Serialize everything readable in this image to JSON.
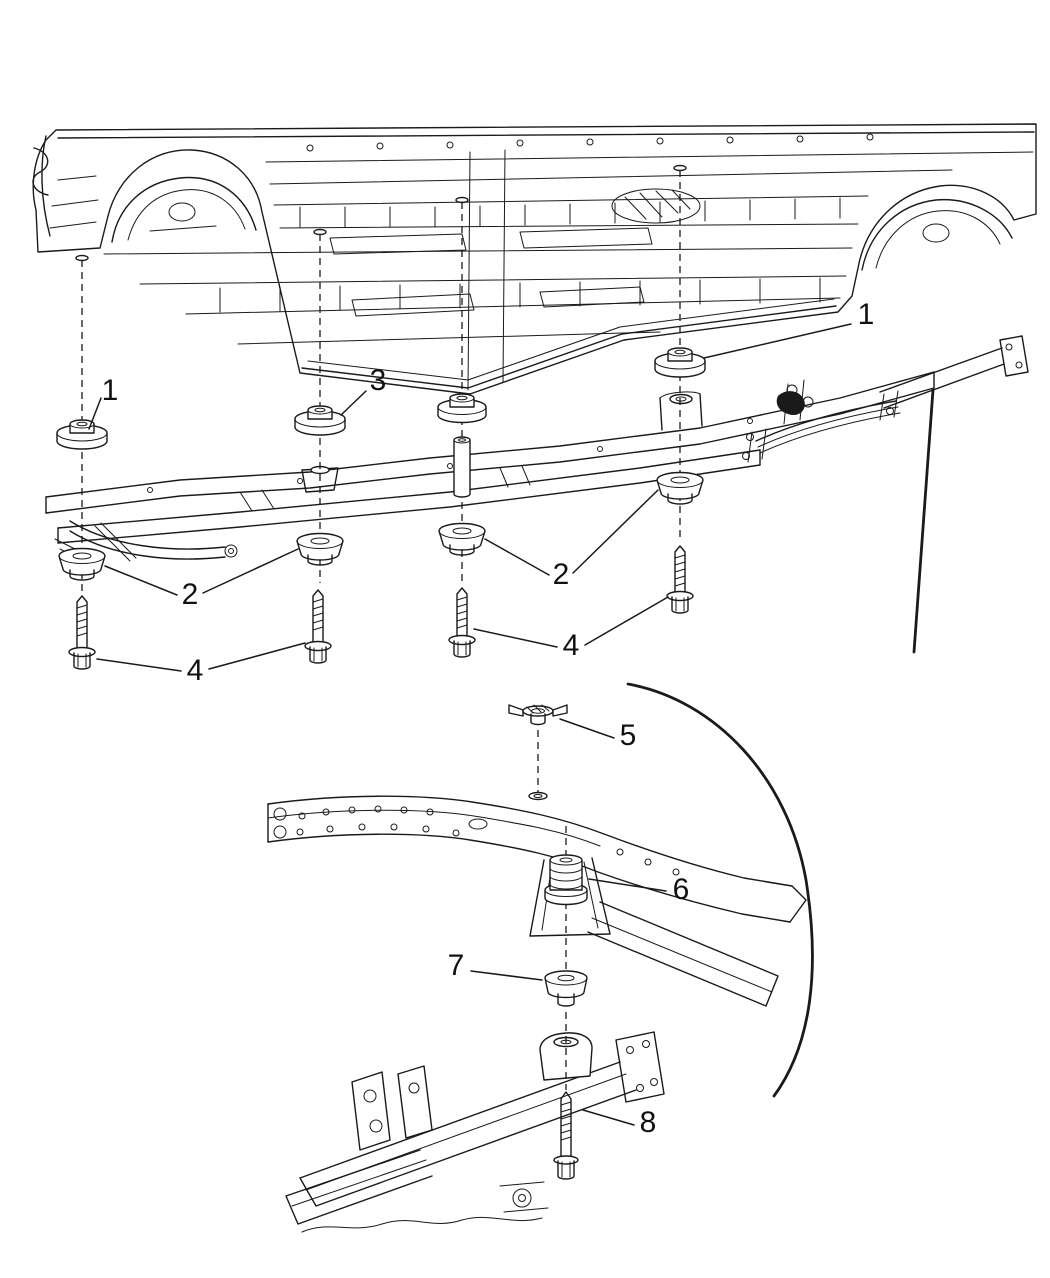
{
  "figure": {
    "background_color": "#ffffff",
    "line_color": "#1a1a1a",
    "callout_color": "#111111"
  },
  "callouts": [
    {
      "id": "1-left",
      "label": "1"
    },
    {
      "id": "1-right",
      "label": "1"
    },
    {
      "id": "3",
      "label": "3"
    },
    {
      "id": "2-left",
      "label": "2"
    },
    {
      "id": "2-right",
      "label": "2"
    },
    {
      "id": "4-left",
      "label": "4"
    },
    {
      "id": "4-right",
      "label": "4"
    },
    {
      "id": "5",
      "label": "5"
    },
    {
      "id": "6",
      "label": "6"
    },
    {
      "id": "7",
      "label": "7"
    },
    {
      "id": "8",
      "label": "8"
    }
  ]
}
